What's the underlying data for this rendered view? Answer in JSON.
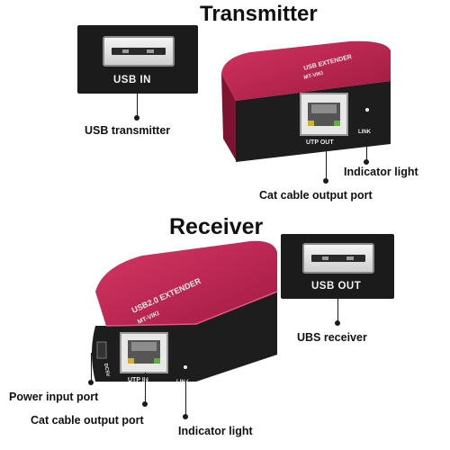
{
  "transmitter": {
    "heading": "Transmitter",
    "usb_panel_label": "USB IN",
    "device_top_label": "USB EXTENDER",
    "device_brand": "MT-VIKI",
    "utp_label": "UTP OUT",
    "link_label": "LINK",
    "callouts": {
      "usb": "USB transmitter",
      "indicator": "Indicator light",
      "cat": "Cat cable output port"
    }
  },
  "receiver": {
    "heading": "Receiver",
    "usb_panel_label": "USB OUT",
    "device_top_label": "USB2.0 EXTENDER",
    "device_brand": "MT-VIKI",
    "utp_label": "UTP IN",
    "link_label": "LINK",
    "power_label": "DC5V",
    "callouts": {
      "usb": "UBS receiver",
      "power": "Power input port",
      "cat": "Cat cable output port",
      "indicator": "Indicator light"
    }
  },
  "colors": {
    "device_red": "#b8204a",
    "device_red_dark": "#7e1231",
    "panel_black": "#1b1b1b"
  }
}
